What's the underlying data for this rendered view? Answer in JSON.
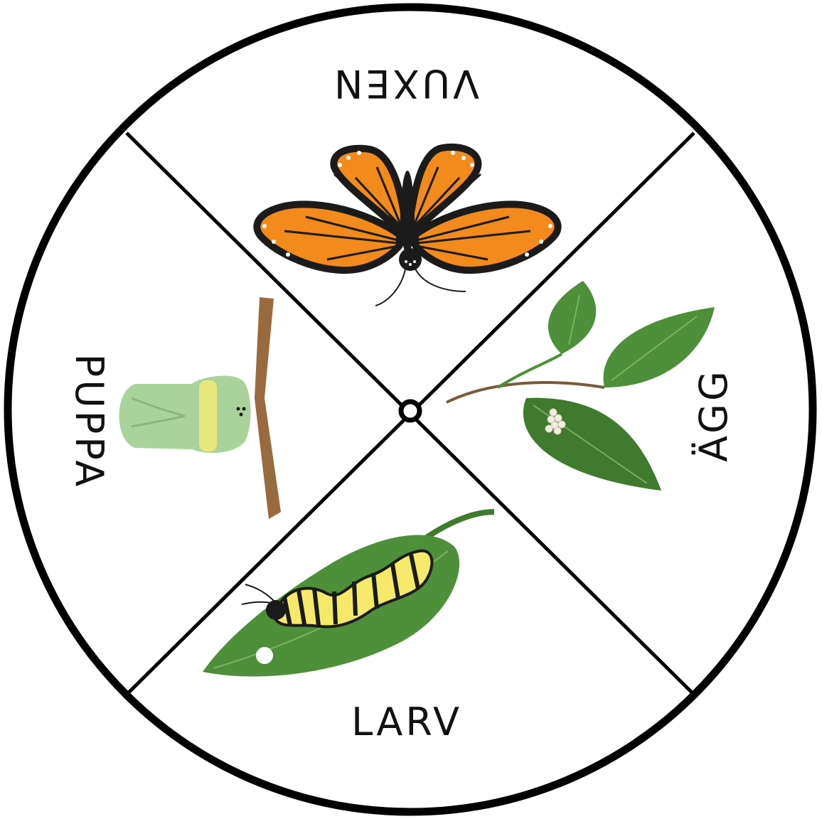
{
  "stages": {
    "adult": {
      "label": "VUXEN"
    },
    "egg": {
      "label": "ÄGG"
    },
    "larva": {
      "label": "LARV"
    },
    "pupa": {
      "label": "PUPPA"
    }
  },
  "colors": {
    "outline": "#000000",
    "leaf": "#4e8f3a",
    "leaf_dark": "#3f7a2e",
    "wing_orange": "#f28a1c",
    "wing_black": "#1b1b1b",
    "chrysalis": "#a9d39a",
    "chrysalis_band": "#e8e87a",
    "stick": "#9a6a3f",
    "eggs": "#f1efe0"
  }
}
